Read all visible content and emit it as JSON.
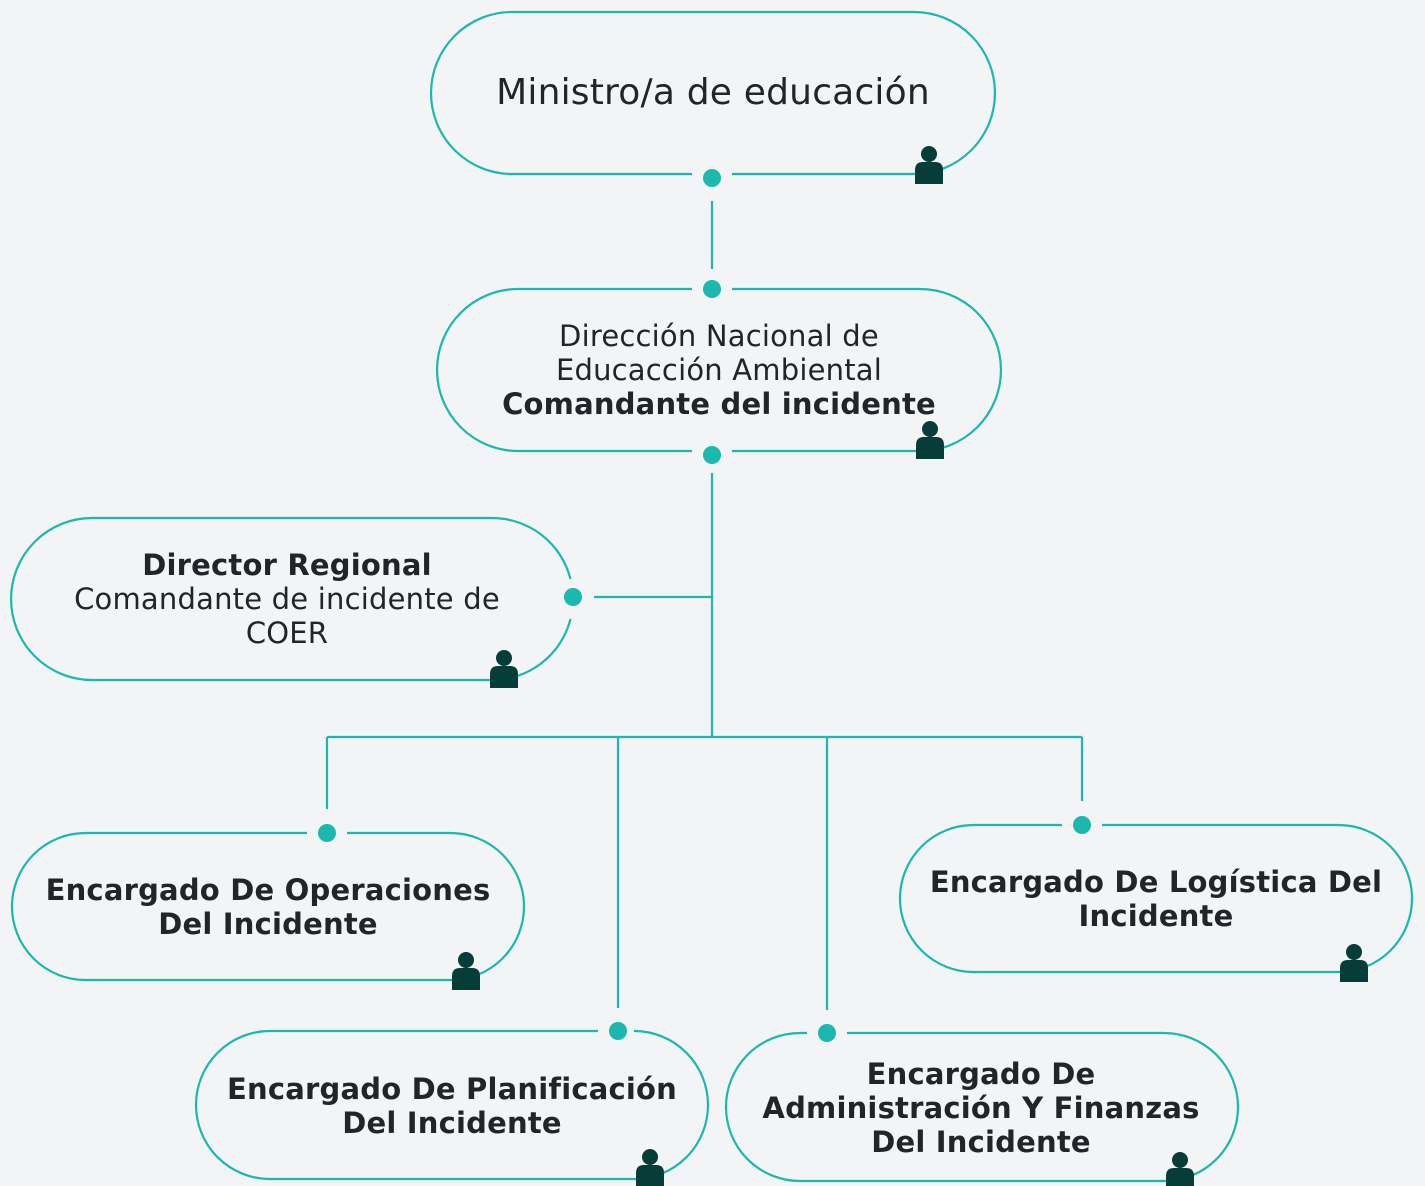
{
  "colors": {
    "background": "#f2f4f6",
    "teal_accent": "#1bb8ad",
    "person_icon": "#073d38",
    "text": "#23232a"
  },
  "nodes": {
    "ministro": {
      "line1": "Ministro/a de educación",
      "icon": "person-icon"
    },
    "direccion": {
      "line1": "Dirección Nacional de",
      "line2": "Educacción Ambiental",
      "role": "Comandante del incidente",
      "icon": "person-icon"
    },
    "director_regional": {
      "title": "Director Regional",
      "line1": "Comandante de incidente de",
      "line2": "COER",
      "icon": "person-icon"
    },
    "operaciones": {
      "line1": "Encargado De Operaciones",
      "line2": "Del Incidente",
      "icon": "person-icon"
    },
    "logistica": {
      "line1": "Encargado De Logística Del",
      "line2": "Incidente",
      "icon": "person-icon"
    },
    "planificacion": {
      "line1": "Encargado De Planificación",
      "line2": "Del Incidente",
      "icon": "person-icon"
    },
    "administracion": {
      "line1": "Encargado De",
      "line2": "Administración Y Finanzas",
      "line3": "Del Incidente",
      "icon": "person-icon"
    }
  }
}
